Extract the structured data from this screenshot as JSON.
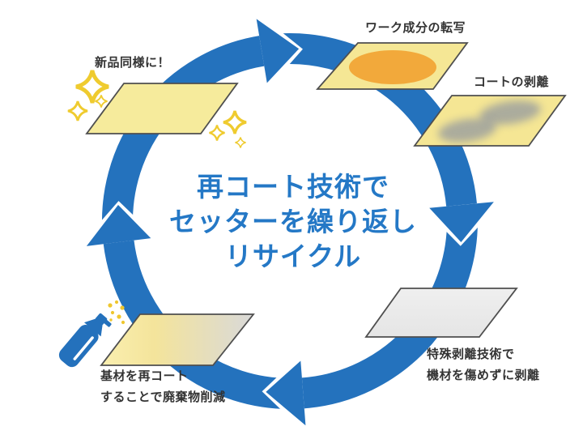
{
  "diagram": {
    "title": {
      "line1": "再コート技術で",
      "line2": "セッターを繰り返し",
      "line3": "リサイクル"
    },
    "steps": {
      "like_new": {
        "label": "新品同様に！"
      },
      "transfer": {
        "label": "ワーク成分の転写"
      },
      "peel": {
        "label": "コートの剥離"
      },
      "strip": {
        "line1": "特殊剥離技術で",
        "line2": "機材を傷めずに剥離"
      },
      "recoat": {
        "line1": "基材を再コート",
        "line2": "することで廃棄物削減"
      }
    },
    "icons": {
      "spray_can": "spray-can-icon",
      "sparkles": "sparkles-icon",
      "cycle": "cycle-arrows"
    },
    "colors": {
      "arrow_blue": "#2472BD",
      "title_blue": "#2478C6",
      "sheet_yellow": "#F6EB9C",
      "sheet_yellow_2": "#F5E694",
      "sheet_gray": "#E9E9E9",
      "transfer_orange": "#F2A93B",
      "smudge_gray": "#7A85A3",
      "sparkle_yellow": "#EFCB2F",
      "label_text": "#333333",
      "background": "#FFFFFF"
    }
  }
}
